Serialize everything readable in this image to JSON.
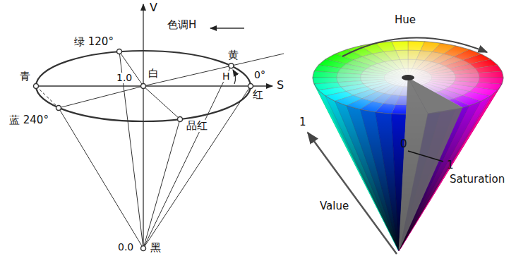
{
  "diagram": {
    "labels": [
      "V",
      "色调H",
      "绿 120°",
      "黄",
      "青",
      "1.0",
      "白",
      "H",
      "0°",
      "S",
      "红",
      "蓝 240°",
      "品红",
      "0.0",
      "黑",
      "Hue",
      "1",
      "0",
      "1",
      "Saturation",
      "Value"
    ]
  }
}
